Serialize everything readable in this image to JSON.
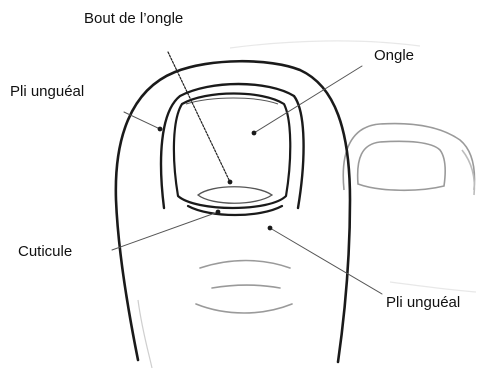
{
  "labels": {
    "nail_tip": "Bout de l’ongle",
    "nail": "Ongle",
    "nail_fold_left": "Pli unguéal",
    "cuticle": "Cuticule",
    "nail_fold_right": "Pli unguéal"
  },
  "colors": {
    "outline": "#1a1a1a",
    "faint_outline": "#9a9a9a",
    "leader": "#333333"
  }
}
